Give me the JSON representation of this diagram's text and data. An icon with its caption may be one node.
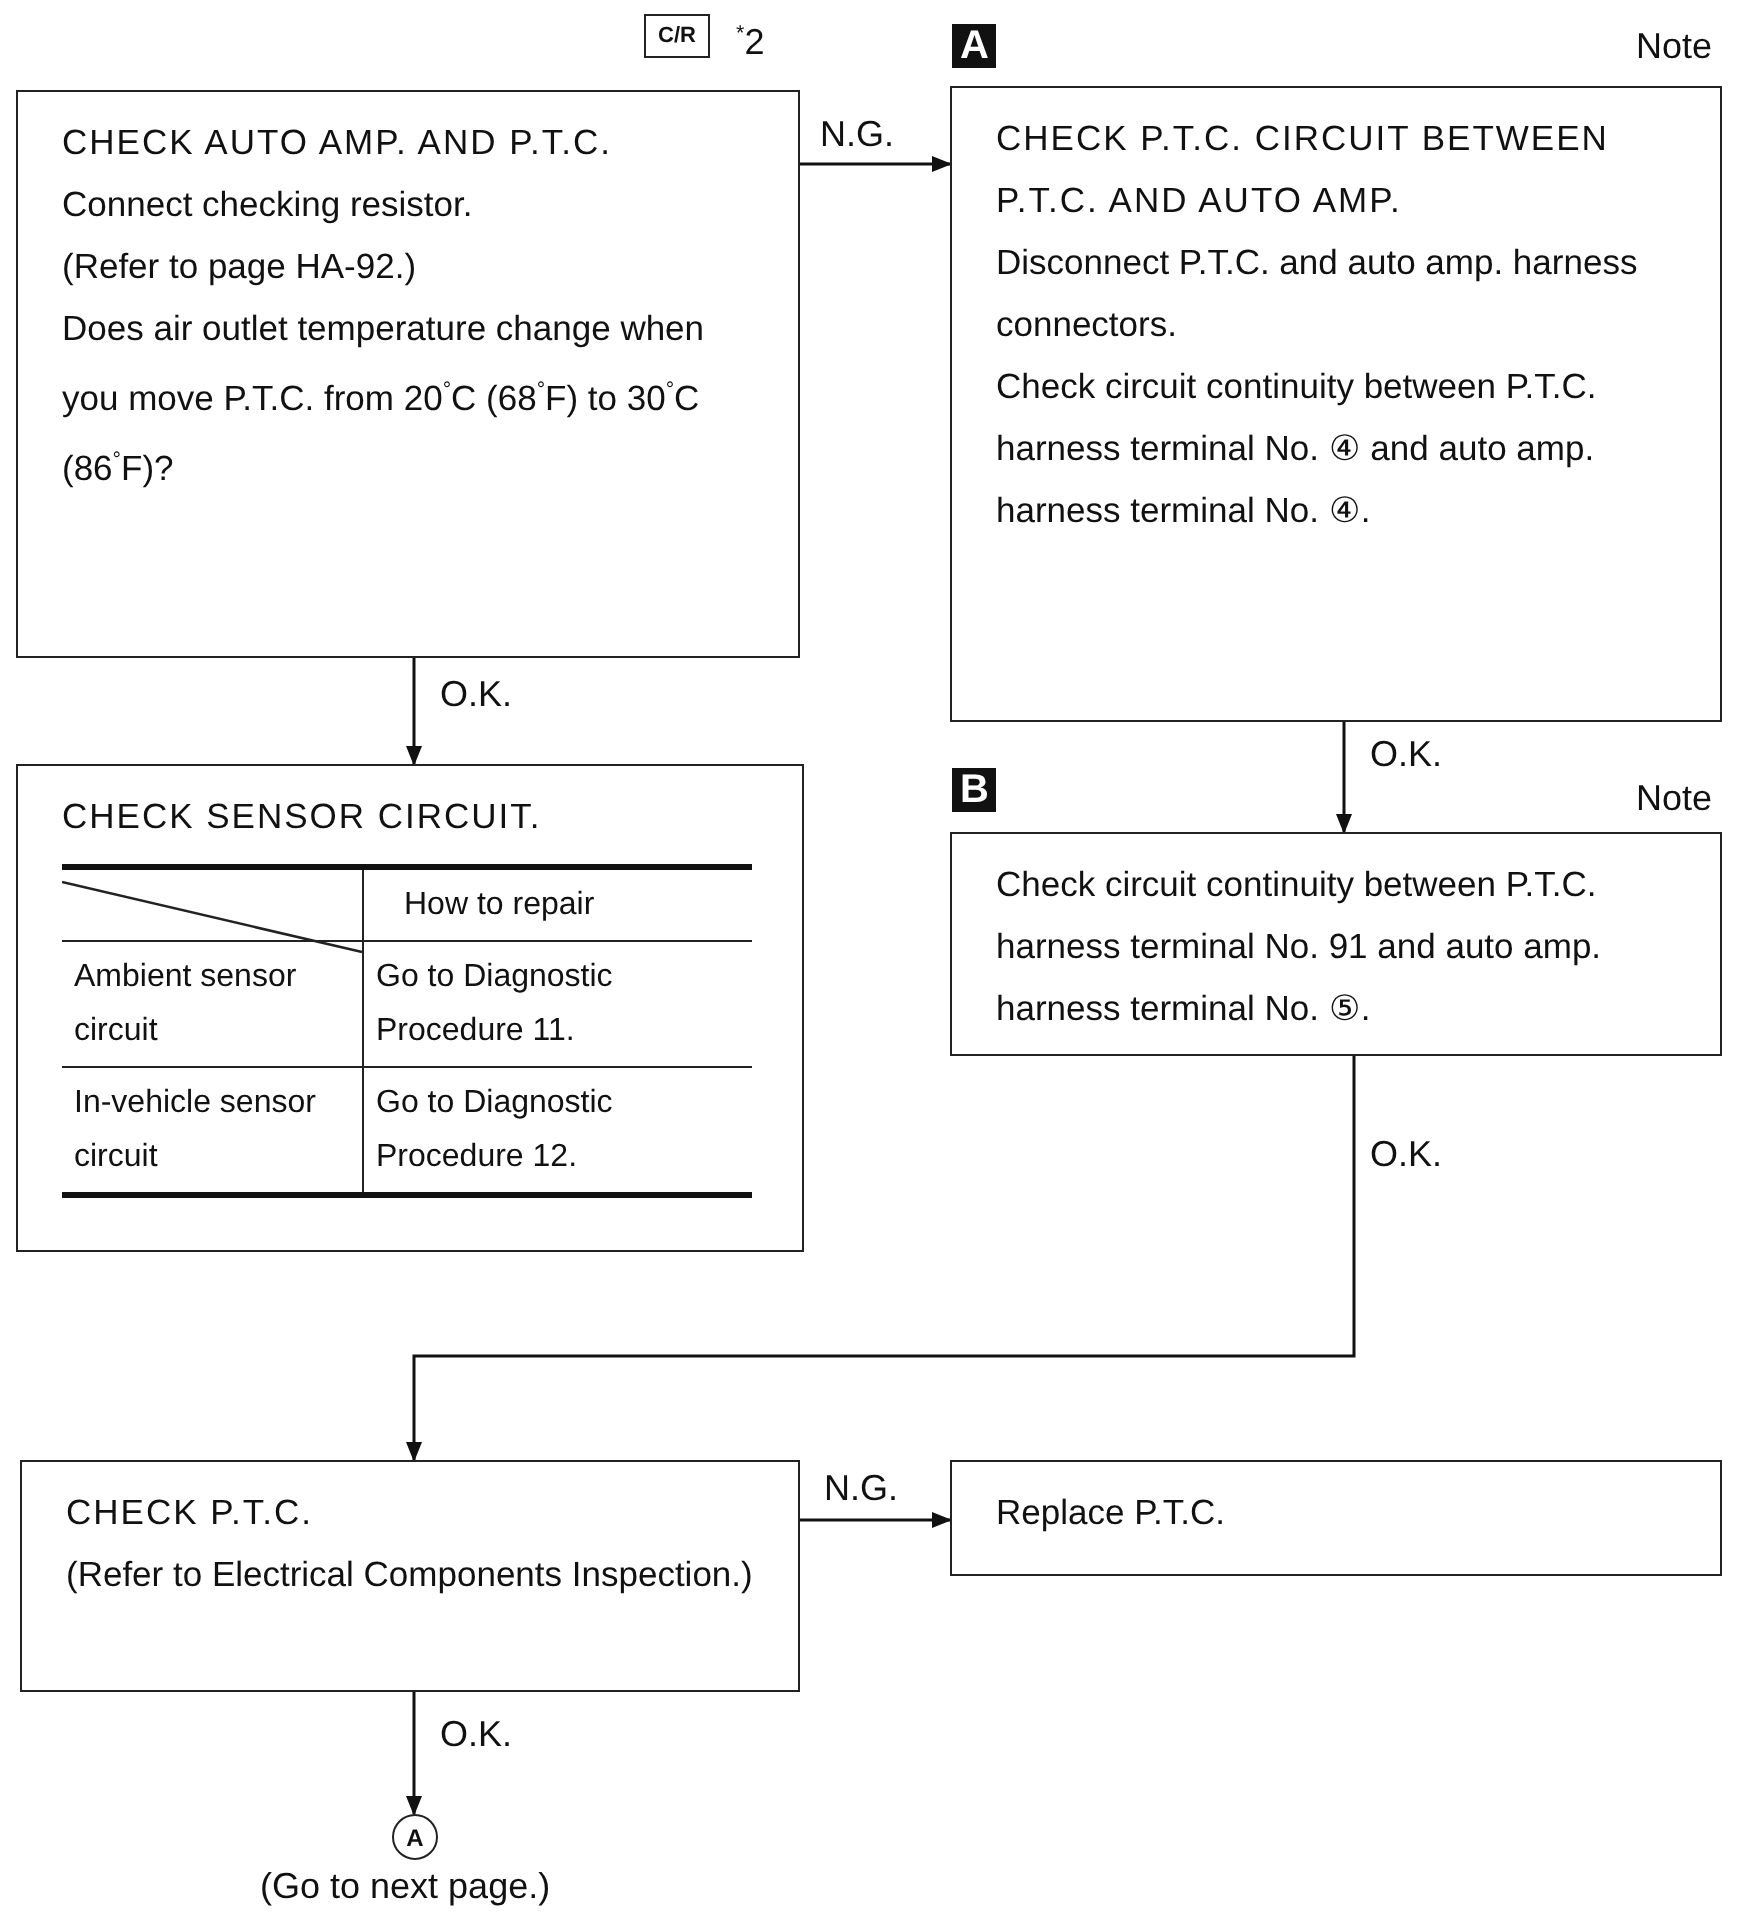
{
  "diagram": {
    "nodes": [
      {
        "text": [
          "CHECK AUTO AMP. AND P.T.C.",
          "Connect checking resistor.",
          "(Refer to page HA-92.)",
          "Does air outlet temperature change when you move P.T.C. from 20$^{°}$C (68$^{°}$F) to 30$^{°}$C (86$^{°}$F)?"
        ],
        "beside": [
          "C/R",
          "$^{*}$2"
        ]
      },
      {
        "text": [
          "CHECK SENSOR CIRCUIT.",
          "How to repair",
          "Ambient sensor circuit",
          "Go to Diagnostic Procedure 11.",
          "In-vehicle sensor circuit",
          "Go to Diagnostic Procedure 12."
        ]
      },
      {
        "text": [
          "CHECK P.T.C. CIRCUIT BETWEEN P.T.C. AND AUTO AMP.",
          "Disconnect P.T.C. and auto amp. harness connectors.",
          "Check circuit continuity between P.T.C. harness terminal No. ④ and auto amp. harness terminal No. ④."
        ],
        "beside": [
          "A",
          "Note"
        ]
      },
      {
        "text": [
          "Check circuit continuity between P.T.C. harness terminal No. 91 and auto amp. harness terminal No. ⑤."
        ],
        "beside": [
          "B",
          "Note"
        ]
      },
      {
        "text": [
          "CHECK P.T.C.",
          "(Refer to Electrical Components Inspection.)"
        ]
      },
      {
        "text": [
          "Replace P.T.C."
        ]
      },
      {
        "text": [
          "A"
        ],
        "beside": [
          "(Go to next page.)"
        ]
      }
    ],
    "edges": [
      {
        "from": 0,
        "to": 2,
        "arrow": "to",
        "label": "N.G."
      },
      {
        "from": 0,
        "to": 1,
        "arrow": "to",
        "label": "O.K."
      },
      {
        "from": 2,
        "to": 3,
        "arrow": "to",
        "label": "O.K."
      },
      {
        "from": 3,
        "to": 4,
        "arrow": "to",
        "label": "O.K."
      },
      {
        "from": 4,
        "to": 5,
        "arrow": "to",
        "label": "N.G."
      },
      {
        "from": 4,
        "to": 6,
        "arrow": "to",
        "label": "O.K."
      }
    ]
  }
}
